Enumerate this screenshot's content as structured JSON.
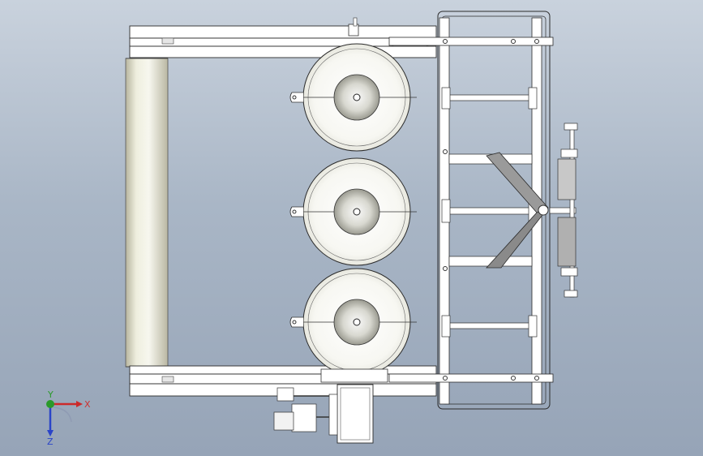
{
  "window": {
    "title": ""
  },
  "colors": {
    "background_top": "#c9d2dd",
    "background_bottom": "#96a4b7",
    "part_fill": "#ffffff",
    "part_edge": "#2b2b2b",
    "roller_shade": "#d8d6c4",
    "brace_fill": "#8e8e8e",
    "axis_x": "#cc2a2a",
    "axis_y": "#2a9a2a",
    "axis_z": "#2a44c8"
  },
  "triad": {
    "x_label": "X",
    "y_label": "Y",
    "z_label": "Z"
  },
  "icons": {
    "triad": "coordinate-triad-icon"
  }
}
